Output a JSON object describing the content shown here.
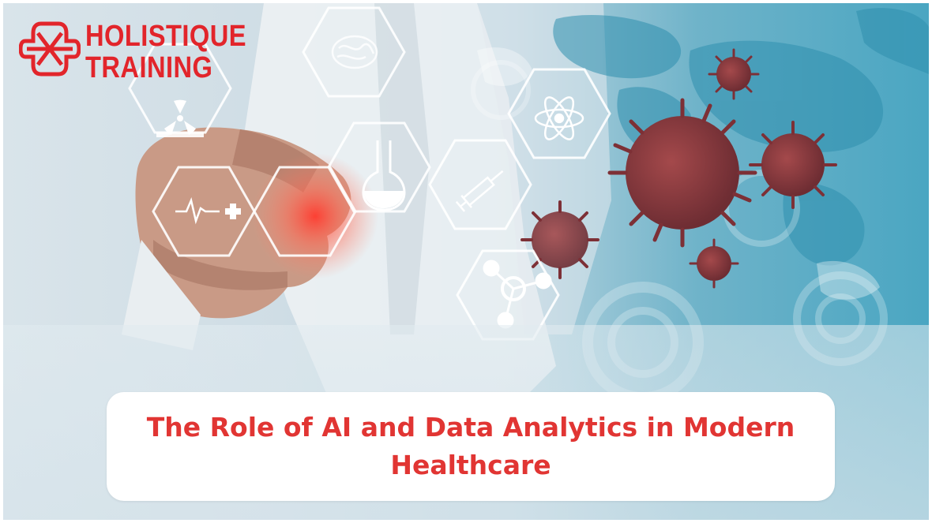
{
  "logo": {
    "line1": "HOLISTIQUE",
    "line2": "TRAINING",
    "color": "#e2252b"
  },
  "banner": {
    "title": "The Role of AI and Data Analytics in Modern Healthcare",
    "title_color": "#e13533",
    "card_color": "#ffffff"
  },
  "icons": [
    "radiation-icon",
    "brain-icon",
    "atom-icon",
    "flask-icon",
    "syringe-icon",
    "heartbeat-icon",
    "molecule-icon",
    "virus-icon"
  ]
}
